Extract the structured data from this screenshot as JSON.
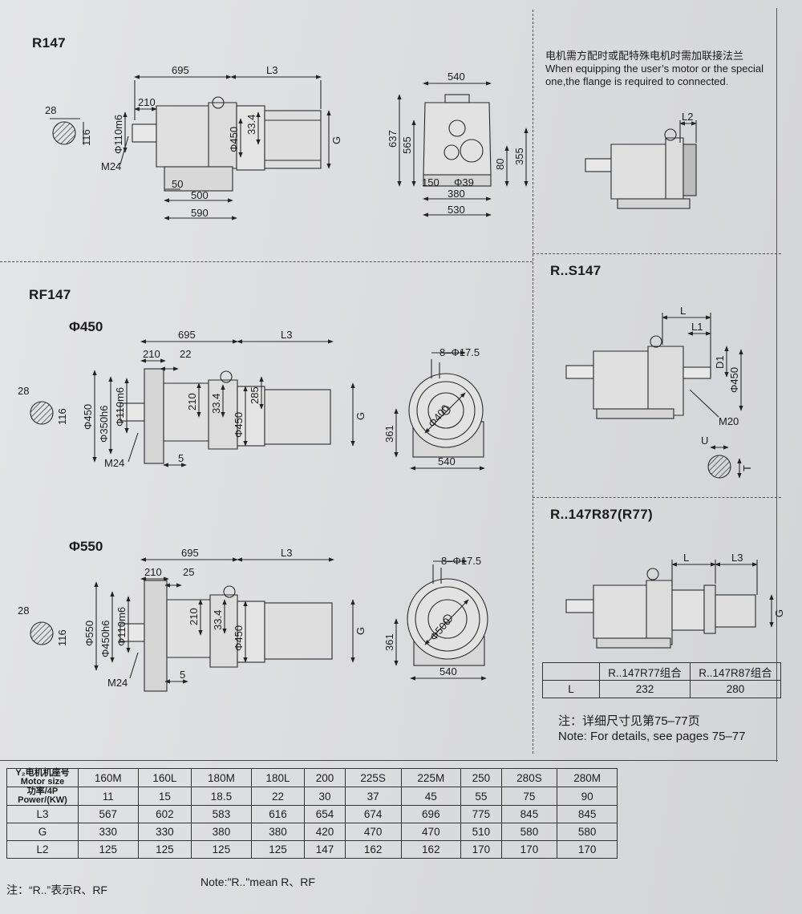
{
  "sections": {
    "r147": "R147",
    "rf147": "RF147",
    "rf147_450": "Φ450",
    "rf147_550": "Φ550",
    "rs147": "R..S147",
    "r147r87": "R..147R87(R77)"
  },
  "flange_note": {
    "cn": "电机需方配时或配特殊电机时需加联接法兰",
    "en1": "When equipping the user’s motor or the special",
    "en2": "one,the flange is required to connected."
  },
  "dims": {
    "r147": {
      "d695": "695",
      "dL3": "L3",
      "d210": "210",
      "d28": "28",
      "d116": "116",
      "d110": "Φ110m6",
      "d334": "33.4",
      "d450": "Φ450",
      "dG": "G",
      "dM24": "M24",
      "d50": "50",
      "d500": "500",
      "d590": "590"
    },
    "r147_side": {
      "d540": "540",
      "d637": "637",
      "d565": "565",
      "d80": "80",
      "d355": "355",
      "d150": "150",
      "d39": "Φ39",
      "d380": "380",
      "d530": "530"
    },
    "rf450": {
      "d695": "695",
      "dL3": "L3",
      "d210": "210",
      "d22": "22",
      "d28": "28",
      "d116": "116",
      "d450": "Φ450",
      "d350": "Φ350h6",
      "d110": "Φ110m6",
      "d210v": "210",
      "d334": "33.4",
      "d285": "285",
      "d450b": "Φ450",
      "dG": "G",
      "dM24": "M24",
      "d5": "5"
    },
    "rf450_side": {
      "holes": "8–Φ17.5",
      "d400": "Φ400",
      "d361": "361",
      "d540": "540"
    },
    "rf550": {
      "d695": "695",
      "dL3": "L3",
      "d210": "210",
      "d25": "25",
      "d28": "28",
      "d116": "116",
      "d550": "Φ550",
      "d450": "Φ450h6",
      "d110": "Φ110m6",
      "d210v": "210",
      "d334": "33.4",
      "d450b": "Φ450",
      "dG": "G",
      "dM24": "M24",
      "d5": "5"
    },
    "rf550_side": {
      "holes": "8–Φ17.5",
      "d500": "Φ500",
      "d361": "361",
      "d540": "540"
    },
    "flange": {
      "dL2": "L2"
    },
    "rs147": {
      "dL": "L",
      "dL1": "L1",
      "dD1": "D1",
      "d450": "Φ450",
      "dM20": "M20",
      "dU": "U",
      "dT": "T"
    },
    "r147r87": {
      "dL": "L",
      "dL3": "L3",
      "dG": "G"
    }
  },
  "combo_table": {
    "headers": [
      "",
      "R..147R77组合",
      "R..147R87组合"
    ],
    "row_label": "L",
    "values": [
      "232",
      "280"
    ]
  },
  "combo_note": {
    "cn": "注：详细尺寸见第75–77页",
    "en": "Note: For details, see pages 75–77"
  },
  "spec_table": {
    "row_headers": {
      "motor_cn": "Y₂电机机座号",
      "motor_en": "Motor size",
      "power_cn": "功率/4P",
      "power_en": "Power/(KW)",
      "l3": "L3",
      "g": "G",
      "l2": "L2"
    },
    "motor_sizes": [
      "160M",
      "160L",
      "180M",
      "180L",
      "200",
      "225S",
      "225M",
      "250",
      "280S",
      "280M"
    ],
    "power": [
      "11",
      "15",
      "18.5",
      "22",
      "30",
      "37",
      "45",
      "55",
      "75",
      "90"
    ],
    "L3": [
      "567",
      "602",
      "583",
      "616",
      "654",
      "674",
      "696",
      "775",
      "845",
      "845"
    ],
    "G": [
      "330",
      "330",
      "380",
      "380",
      "420",
      "470",
      "470",
      "510",
      "580",
      "580"
    ],
    "L2": [
      "125",
      "125",
      "125",
      "125",
      "147",
      "162",
      "162",
      "170",
      "170",
      "170"
    ]
  },
  "footer": {
    "cn": "注：“R..”表示R、RF",
    "en": "Note:\"R..\"mean R、RF"
  }
}
